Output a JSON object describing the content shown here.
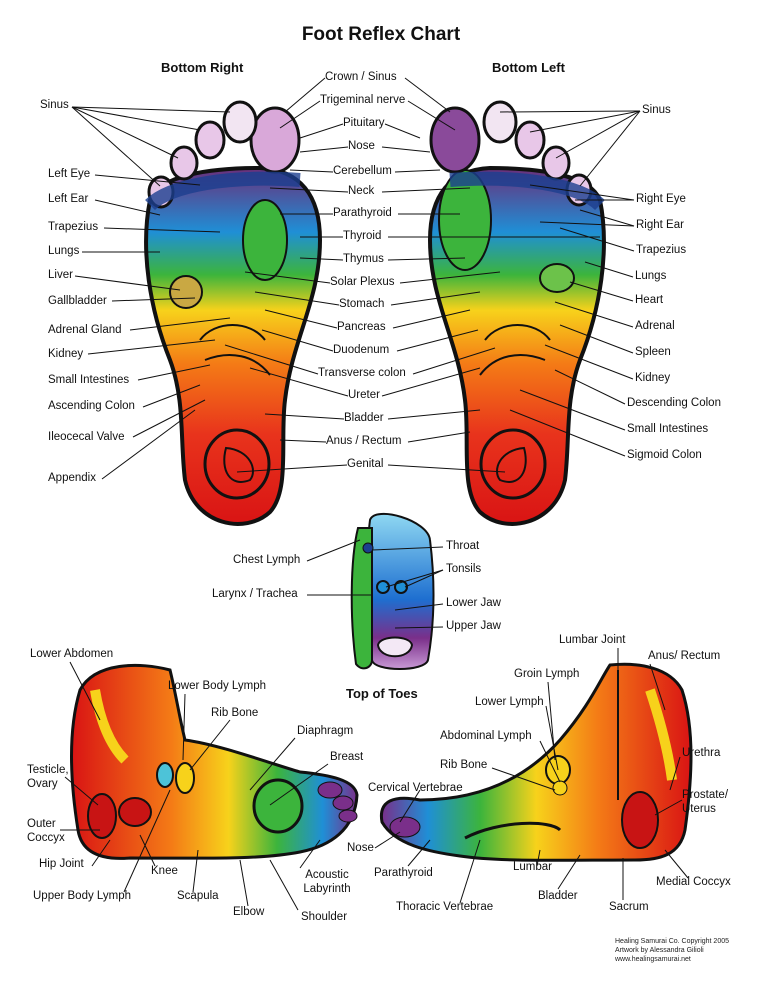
{
  "title": "Foot Reflex Chart",
  "subtitles": {
    "bottom_right": "Bottom Right",
    "bottom_left": "Bottom Left"
  },
  "toes_caption": "Top of Toes",
  "credit": [
    "Healing Samurai Co. Copyright 2005",
    "Artwork by Alessandra Gilioli",
    "www.healingsamurai.net"
  ],
  "left_labels": [
    "Sinus",
    "Left Eye",
    "Left Ear",
    "Trapezius",
    "Lungs",
    "Liver",
    "Gallbladder",
    "Adrenal Gland",
    "Kidney",
    "Small Intestines",
    "Ascending Colon",
    "Ileocecal Valve",
    "Appendix"
  ],
  "center_labels": [
    "Crown / Sinus",
    "Trigeminal nerve",
    "Pituitary",
    "Nose",
    "Cerebellum",
    "Neck",
    "Parathyroid",
    "Thyroid",
    "Thymus",
    "Solar Plexus",
    "Stomach",
    "Pancreas",
    "Duodenum",
    "Transverse colon",
    "Ureter",
    "Bladder",
    "Anus / Rectum",
    "Genital"
  ],
  "right_labels": [
    "Sinus",
    "Right Eye",
    "Right Ear",
    "Trapezius",
    "Lungs",
    "Heart",
    "Adrenal",
    "Spleen",
    "Kidney",
    "Descending Colon",
    "Small Intestines",
    "Sigmoid Colon"
  ],
  "toe_labels": [
    "Chest Lymph",
    "Larynx / Trachea",
    "Throat",
    "Tonsils",
    "Lower Jaw",
    "Upper Jaw"
  ],
  "inner_labels": [
    "Lower Abdomen",
    "Lower Body Lymph",
    "Rib Bone",
    "Diaphragm",
    "Breast",
    "Testicle, Ovary",
    "Outer Coccyx",
    "Hip Joint",
    "Knee",
    "Upper Body Lymph",
    "Scapula",
    "Elbow",
    "Acoustic Labyrinth",
    "Shoulder"
  ],
  "outer_labels": [
    "Lumbar Joint",
    "Anus/ Rectum",
    "Groin Lymph",
    "Lower Lymph",
    "Abdominal Lymph",
    "Urethra",
    "Rib Bone",
    "Cervical Vertebrae",
    "Prostate/ Uterus",
    "Nose",
    "Parathyroid",
    "Lumbar",
    "Medial Coccyx",
    "Bladder",
    "Sacrum",
    "Thoracic Vertebrae"
  ],
  "colors": {
    "red": "#e11c1c",
    "orange": "#f47b16",
    "yellow": "#f7d21b",
    "green": "#3cb43c",
    "blue": "#1f8fd6",
    "purple": "#6a2f7a",
    "pink": "#e8c7e8",
    "outline": "#111111"
  }
}
